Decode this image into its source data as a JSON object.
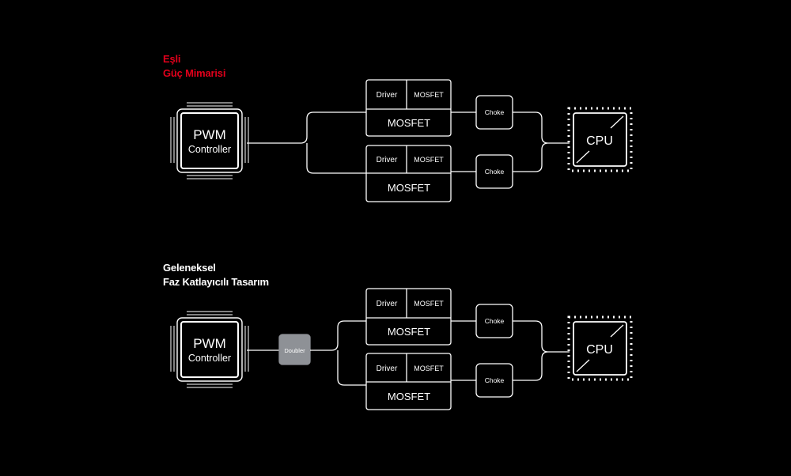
{
  "colors": {
    "background": "#000000",
    "accent_red": "#e0001b",
    "line": "#ffffff",
    "doubler_fill": "#8e9196"
  },
  "sections": [
    {
      "title": [
        "Eşli",
        "Güç Mimarisi"
      ],
      "title_color": "#e0001b",
      "pwm": [
        "PWM",
        "Controller"
      ],
      "stages": [
        {
          "driver": "Driver",
          "mosfet_small": "MOSFET",
          "mosfet_big": "MOSFET",
          "choke": "Choke"
        },
        {
          "driver": "Driver",
          "mosfet_small": "MOSFET",
          "mosfet_big": "MOSFET",
          "choke": "Choke"
        }
      ],
      "cpu": "CPU"
    },
    {
      "title": [
        "Geleneksel",
        "Faz Katlayıcılı Tasarım"
      ],
      "title_color": "#ffffff",
      "pwm": [
        "PWM",
        "Controller"
      ],
      "doubler": "Doubler",
      "stages": [
        {
          "driver": "Driver",
          "mosfet_small": "MOSFET",
          "mosfet_big": "MOSFET",
          "choke": "Choke"
        },
        {
          "driver": "Driver",
          "mosfet_small": "MOSFET",
          "mosfet_big": "MOSFET",
          "choke": "Choke"
        }
      ],
      "cpu": "CPU"
    }
  ]
}
